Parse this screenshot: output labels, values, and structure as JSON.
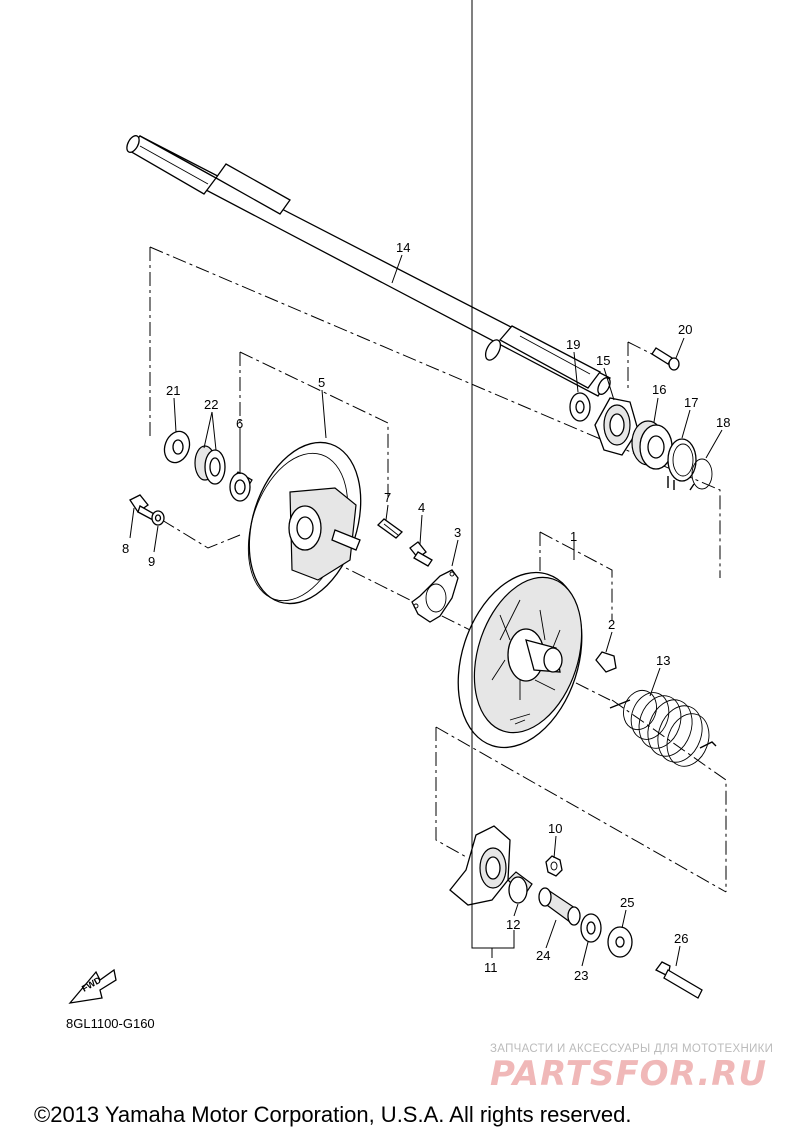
{
  "diagram": {
    "callouts": [
      {
        "id": "c1",
        "label": "1"
      },
      {
        "id": "c2",
        "label": "2"
      },
      {
        "id": "c3",
        "label": "3"
      },
      {
        "id": "c4",
        "label": "4"
      },
      {
        "id": "c5",
        "label": "5"
      },
      {
        "id": "c6",
        "label": "6"
      },
      {
        "id": "c7",
        "label": "7"
      },
      {
        "id": "c8",
        "label": "8"
      },
      {
        "id": "c9",
        "label": "9"
      },
      {
        "id": "c10",
        "label": "10"
      },
      {
        "id": "c11",
        "label": "11"
      },
      {
        "id": "c12",
        "label": "12"
      },
      {
        "id": "c13",
        "label": "13"
      },
      {
        "id": "c14",
        "label": "14"
      },
      {
        "id": "c15",
        "label": "15"
      },
      {
        "id": "c16",
        "label": "16"
      },
      {
        "id": "c17",
        "label": "17"
      },
      {
        "id": "c18",
        "label": "18"
      },
      {
        "id": "c19",
        "label": "19"
      },
      {
        "id": "c20",
        "label": "20"
      },
      {
        "id": "c21",
        "label": "21"
      },
      {
        "id": "c22",
        "label": "22"
      },
      {
        "id": "c23",
        "label": "23"
      },
      {
        "id": "c24",
        "label": "24"
      },
      {
        "id": "c25",
        "label": "25"
      },
      {
        "id": "c26",
        "label": "26"
      }
    ],
    "fwd_label": "FWD",
    "code": "8GL1100-G160"
  },
  "watermark": {
    "tagline": "ЗАПЧАСТИ И АКСЕССУАРЫ ДЛЯ МОТОТЕХНИКИ",
    "logo": "PARTSFOR.RU"
  },
  "footer": {
    "copyright": "©2013 Yamaha Motor Corporation, U.S.A. All rights reserved."
  }
}
